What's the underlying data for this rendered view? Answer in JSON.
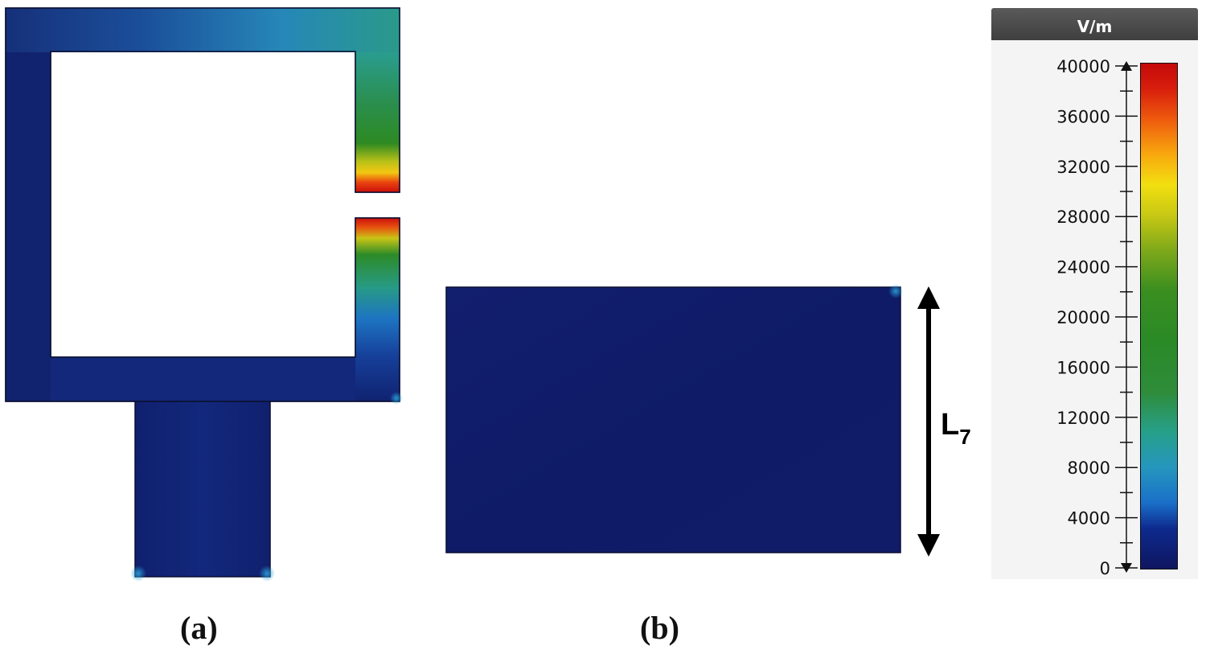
{
  "panels": [
    {
      "id": "a",
      "label": "(a)"
    },
    {
      "id": "b",
      "label": "(b)"
    }
  ],
  "dimension_label": {
    "main": "L",
    "subscript": "7"
  },
  "colorbar": {
    "unit": "V/m",
    "min": 0,
    "max": 40000,
    "ticks": [
      "40000",
      "36000",
      "32000",
      "28000",
      "24000",
      "20000",
      "16000",
      "12000",
      "8000",
      "4000",
      "0"
    ]
  },
  "colors": {
    "field_low": "#0f1a63",
    "field_mid": "#2a8a2a",
    "field_high": "#d81e0c"
  }
}
